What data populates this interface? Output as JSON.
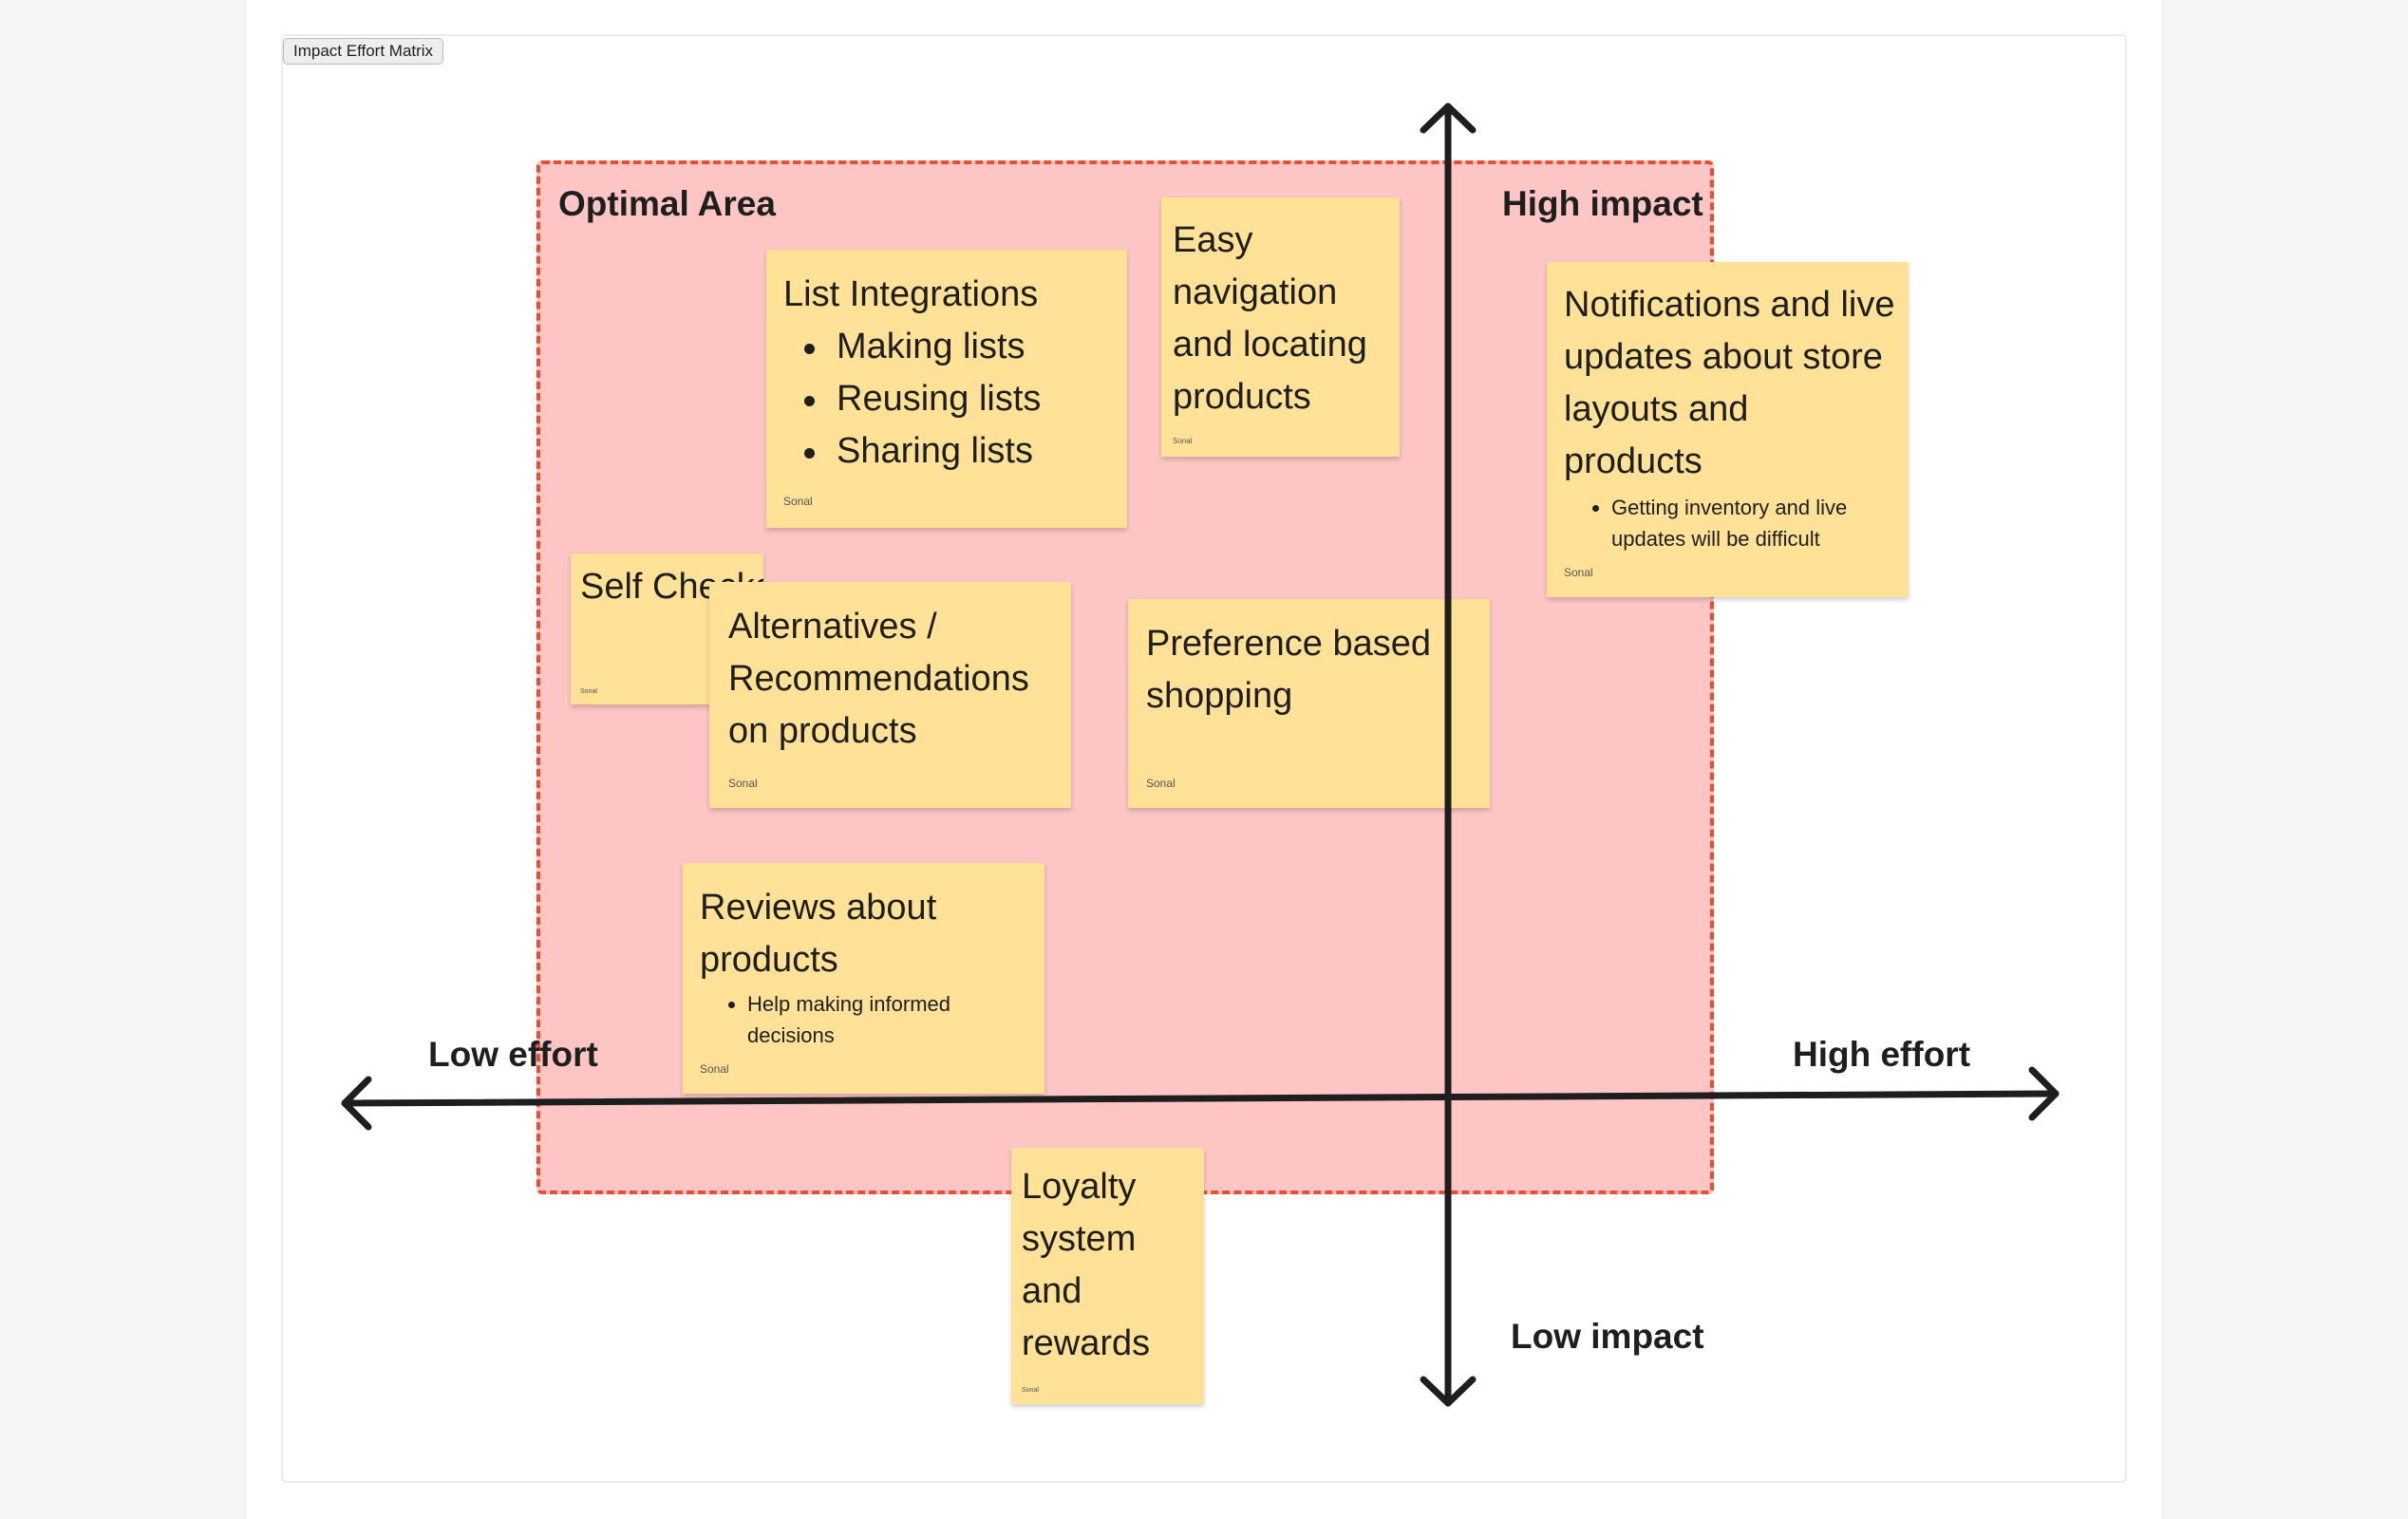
{
  "frame": {
    "label": "Impact Effort Matrix"
  },
  "labels": {
    "optimal_area": "Optimal Area",
    "high_impact": "High impact",
    "low_impact": "Low impact",
    "low_effort": "Low effort",
    "high_effort": "High effort"
  },
  "stickies": {
    "list_integrations": {
      "title": "List Integrations",
      "bullets": [
        "Making lists",
        "Reusing lists",
        "Sharing lists"
      ],
      "author": "Sonal"
    },
    "easy_navigation": {
      "title": "Easy navigation and locating products",
      "author": "Sonal"
    },
    "notifications": {
      "title": "Notifications and live updates about store layouts and products",
      "bullets": [
        "Getting inventory and live updates will be difficult"
      ],
      "author": "Sonal"
    },
    "self_checkout": {
      "title": "Self Checkout",
      "author": "Sonal"
    },
    "alternatives": {
      "title": "Alternatives / Recommendations on products",
      "author": "Sonal"
    },
    "preference": {
      "title": "Preference based shopping",
      "author": "Sonal"
    },
    "reviews": {
      "title": "Reviews about products",
      "bullets": [
        "Help making informed decisions"
      ],
      "author": "Sonal"
    },
    "loyalty": {
      "title": "Loyalty system and rewards",
      "author": "Sonal"
    }
  },
  "colors": {
    "sticky": "#ffe198",
    "optimal_fill": "#fec5c5",
    "optimal_border": "#e94d34",
    "axis": "#1e1e1e"
  }
}
